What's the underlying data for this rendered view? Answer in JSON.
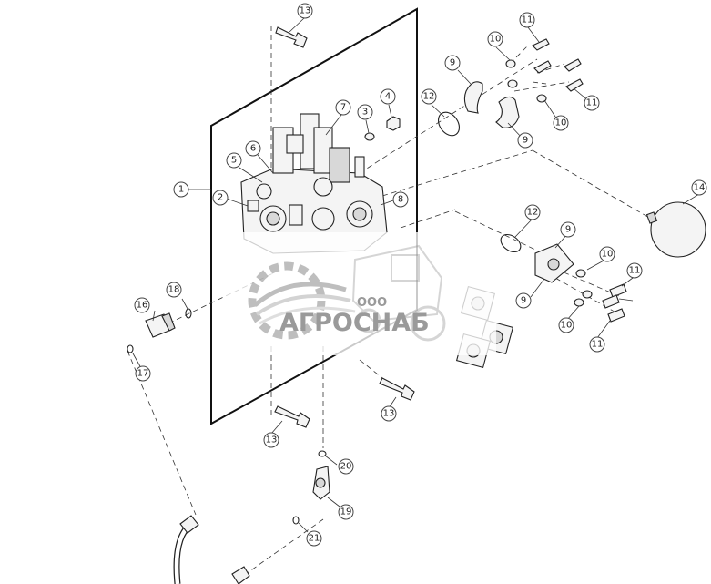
{
  "callouts": [
    {
      "label": "1"
    },
    {
      "label": "2"
    },
    {
      "label": "3"
    },
    {
      "label": "4"
    },
    {
      "label": "5"
    },
    {
      "label": "6"
    },
    {
      "label": "7"
    },
    {
      "label": "8"
    },
    {
      "label": "9"
    },
    {
      "label": "9"
    },
    {
      "label": "9"
    },
    {
      "label": "9"
    },
    {
      "label": "10"
    },
    {
      "label": "10"
    },
    {
      "label": "10"
    },
    {
      "label": "10"
    },
    {
      "label": "11"
    },
    {
      "label": "11"
    },
    {
      "label": "11"
    },
    {
      "label": "11"
    },
    {
      "label": "12"
    },
    {
      "label": "12"
    },
    {
      "label": "13"
    },
    {
      "label": "13"
    },
    {
      "label": "13"
    },
    {
      "label": "14"
    },
    {
      "label": "16"
    },
    {
      "label": "17"
    },
    {
      "label": "18"
    },
    {
      "label": "19"
    },
    {
      "label": "20"
    },
    {
      "label": "21"
    }
  ],
  "watermark": {
    "company_prefix": "ООО",
    "company_name": "АГРОСНАБ"
  },
  "colors": {
    "line": "#222222",
    "watermark": "#9a9a9a",
    "background": "#ffffff"
  }
}
